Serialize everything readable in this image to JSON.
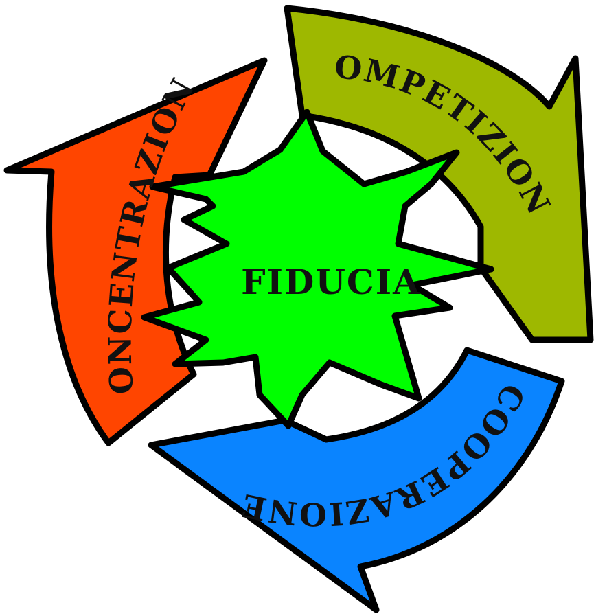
{
  "diagram": {
    "center": {
      "label": "FIDUCIA",
      "color": "#00ff00"
    },
    "arrows": [
      {
        "label": "COMPETIZIONE",
        "color": "#9eb800"
      },
      {
        "label": "COOPERAZIONE",
        "color": "#0a84ff"
      },
      {
        "label": "CONCENTRAZIONE",
        "color": "#ff4500"
      }
    ],
    "outline_color": "#000000"
  }
}
